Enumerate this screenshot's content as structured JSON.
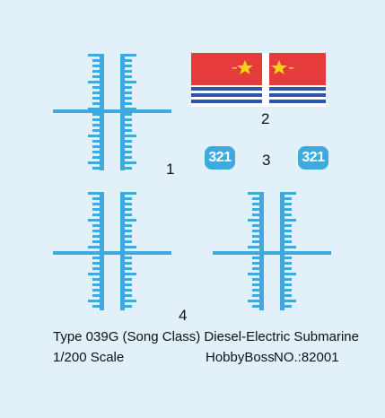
{
  "labels": {
    "decal_1": "1",
    "decal_2": "2",
    "decal_3": "3",
    "decal_4": "4"
  },
  "hull_numbers": {
    "left": "321",
    "right": "321"
  },
  "caption": {
    "title": "Type 039G (Song Class) Diesel-Electric Submarine",
    "scale": "1/200  Scale",
    "maker": "HobbyBoss",
    "product_no": "NO.:82001"
  },
  "colors": {
    "background": "#e1f0f9",
    "decal_blue": "#3fa8dd",
    "flag_red": "#e53b3b",
    "flag_blue": "#2a57a8",
    "star_yellow": "#f6d21c"
  },
  "icons": {
    "scale_ladder": "ladder-decal",
    "flag": "naval-ensign",
    "star": "star-icon"
  }
}
